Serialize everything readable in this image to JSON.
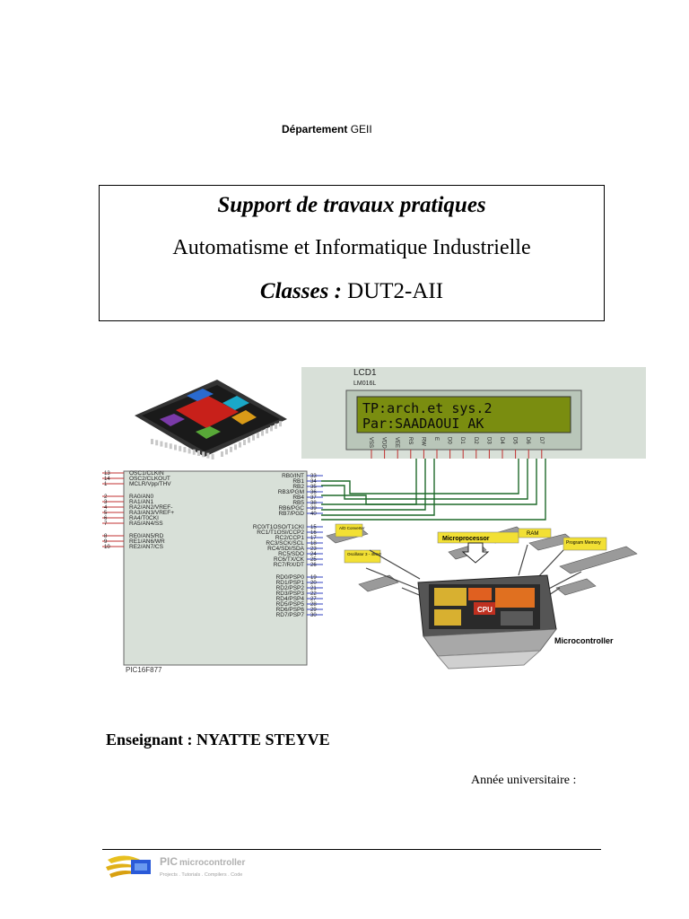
{
  "header": {
    "dept_bold": "Département",
    "dept_rest": " GEII"
  },
  "title": {
    "line1": "Support de travaux pratiques",
    "line2": "Automatisme et Informatique Industrielle",
    "line3_label": "Classes :",
    "line3_value": " DUT2-AII"
  },
  "schematic": {
    "lcd_name": "LCD1",
    "lcd_model": "LM016L",
    "lcd_line1": "TP:arch.et sys.2",
    "lcd_line2": "Par:SAADAOUI AK",
    "lcd_pins": [
      "VSS",
      "VDD",
      "VEE",
      "RS",
      "RW",
      "E",
      "D0",
      "D1",
      "D2",
      "D3",
      "D4",
      "D5",
      "D6",
      "D7"
    ],
    "pic_left_pins": [
      {
        "num": "13",
        "name": "OSC1/CLKIN"
      },
      {
        "num": "14",
        "name": "OSC2/CLKOUT"
      },
      {
        "num": "1",
        "name": "MCLR/Vpp/THV"
      },
      {
        "num": "2",
        "name": "RA0/AN0"
      },
      {
        "num": "3",
        "name": "RA1/AN1"
      },
      {
        "num": "4",
        "name": "RA2/AN2/VREF-"
      },
      {
        "num": "5",
        "name": "RA3/AN3/VREF+"
      },
      {
        "num": "6",
        "name": "RA4/T0CKI"
      },
      {
        "num": "7",
        "name": "RA5/AN4/SS"
      },
      {
        "num": "8",
        "name": "RE0/AN5/RD"
      },
      {
        "num": "9",
        "name": "RE1/AN6/WR"
      },
      {
        "num": "10",
        "name": "RE2/AN7/CS"
      }
    ],
    "pic_right_pins": [
      {
        "num": "33",
        "name": "RB0/INT"
      },
      {
        "num": "34",
        "name": "RB1"
      },
      {
        "num": "35",
        "name": "RB2"
      },
      {
        "num": "36",
        "name": "RB3/PGM"
      },
      {
        "num": "37",
        "name": "RB4"
      },
      {
        "num": "38",
        "name": "RB5"
      },
      {
        "num": "39",
        "name": "RB6/PGC"
      },
      {
        "num": "40",
        "name": "RB7/PGD"
      },
      {
        "num": "15",
        "name": "RC0/T1OSO/T1CKI"
      },
      {
        "num": "16",
        "name": "RC1/T1OSI/CCP2"
      },
      {
        "num": "17",
        "name": "RC2/CCP1"
      },
      {
        "num": "18",
        "name": "RC3/SCK/SCL"
      },
      {
        "num": "23",
        "name": "RC4/SDI/SDA"
      },
      {
        "num": "24",
        "name": "RC5/SDO"
      },
      {
        "num": "25",
        "name": "RC6/TX/CK"
      },
      {
        "num": "26",
        "name": "RC7/RX/DT"
      },
      {
        "num": "19",
        "name": "RD0/PSP0"
      },
      {
        "num": "20",
        "name": "RD1/PSP1"
      },
      {
        "num": "21",
        "name": "RD2/PSP2"
      },
      {
        "num": "22",
        "name": "RD3/PSP3"
      },
      {
        "num": "27",
        "name": "RD4/PSP4"
      },
      {
        "num": "28",
        "name": "RD5/PSP5"
      },
      {
        "num": "29",
        "name": "RD6/PSP6"
      },
      {
        "num": "30",
        "name": "RD7/PSP7"
      }
    ],
    "pic_name": "PIC16F877"
  },
  "mc_diagram": {
    "ad": "A/D Converter",
    "microprocessor": "Microprocessor",
    "ram": "RAM",
    "program_memory": "Program Memory",
    "oscillator": "Oscillator 3 - 4MHz",
    "cpu": "CPU",
    "microcontroller": "Microcontroller"
  },
  "teacher": "Enseignant : NYATTE STEYVE",
  "year": "Année universitaire :",
  "footer_logo": {
    "brand": "PIC",
    "subtitle": "microcontroller",
    "tagline": "Projects . Tutorials . Compilers . Code"
  }
}
